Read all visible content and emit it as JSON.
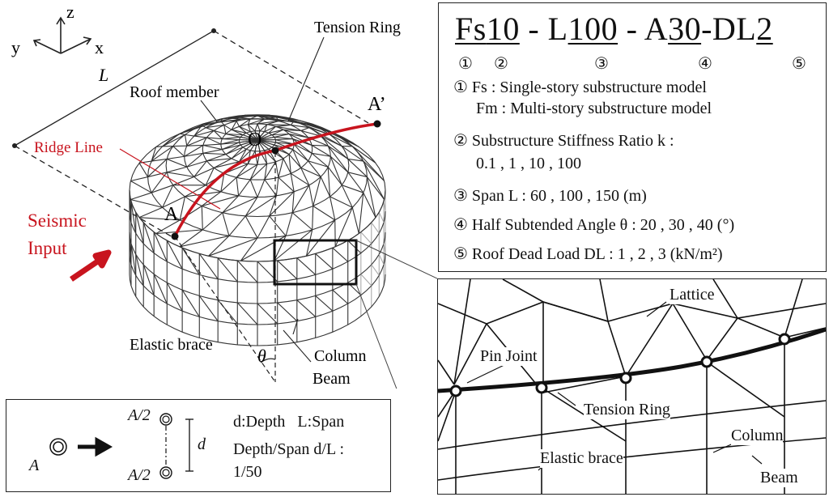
{
  "axes": {
    "z": "z",
    "y": "y",
    "x": "x",
    "L": "L"
  },
  "labels": {
    "tension_ring": "Tension Ring",
    "roof_member": "Roof member",
    "ridge_line": "Ridge Line",
    "seismic": "Seismic",
    "input": "Input",
    "point_A": "A",
    "point_A_prime": "A’",
    "point_O": "O",
    "elastic_brace": "Elastic brace",
    "column": "Column",
    "beam": "Beam",
    "theta": "θ"
  },
  "code": {
    "p1": "Fs",
    "p2": "10",
    "s1": " - L",
    "p3": "100",
    "s2": " - A",
    "p4": "30",
    "s3": "-DL",
    "p5": "2",
    "m1": "①",
    "m2": "②",
    "m3": "③",
    "m4": "④",
    "m5": "⑤"
  },
  "legend": {
    "l1": "① Fs : Single-story substructure model",
    "l1b": "Fm : Multi-story substructure model",
    "l2": "② Substructure Stiffness Ratio k :",
    "l2b": "0.1 , 1 , 10 , 100",
    "l3": "③ Span L : 60 , 100 , 150 (m)",
    "l4": "④ Half Subtended Angle θ : 20 , 30 , 40 (°)",
    "l5": "⑤ Roof Dead Load DL : 1 , 2 , 3 (kN/m²)"
  },
  "detail": {
    "lattice": "Lattice",
    "pin_joint": "Pin Joint",
    "tension_ring": "Tension Ring",
    "column": "Column",
    "elastic_brace": "Elastic brace",
    "beam": "Beam"
  },
  "section": {
    "A": "A",
    "A2_top": "A/2",
    "A2_bottom": "A/2",
    "d": "d",
    "depth_span": "d:Depth   L:Span",
    "ratio_label": "Depth/Span d/L :",
    "ratio_value": "1/50"
  },
  "colors": {
    "ridge": "#c8141e",
    "arrow": "#c8141e",
    "line": "#222222"
  }
}
